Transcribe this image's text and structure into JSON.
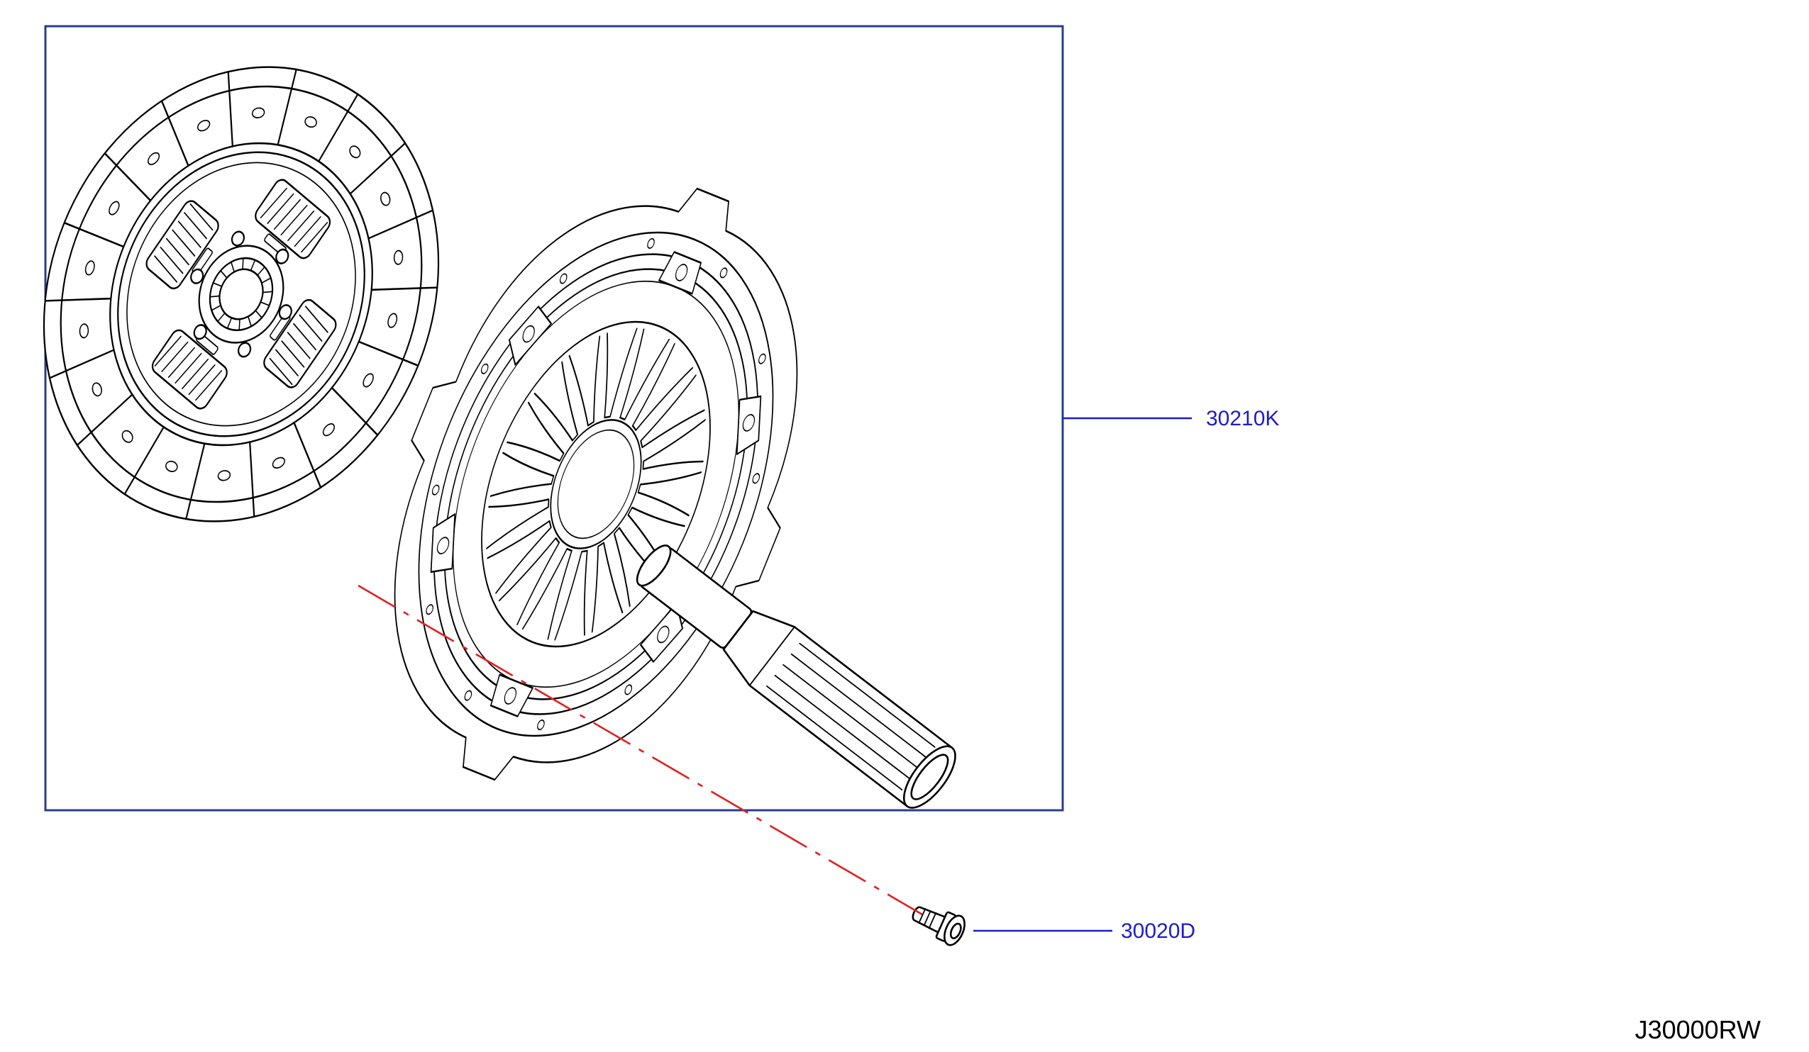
{
  "diagram": {
    "reference_code": "J30000RW",
    "colors": {
      "callout": "#1c1ccc",
      "frame": "#2a3e8a",
      "center_line": "#e02020",
      "ink": "#000000"
    },
    "parts": [
      {
        "id": "clutch-kit",
        "label": "30210K"
      },
      {
        "id": "bolt",
        "label": "30020D"
      }
    ]
  }
}
